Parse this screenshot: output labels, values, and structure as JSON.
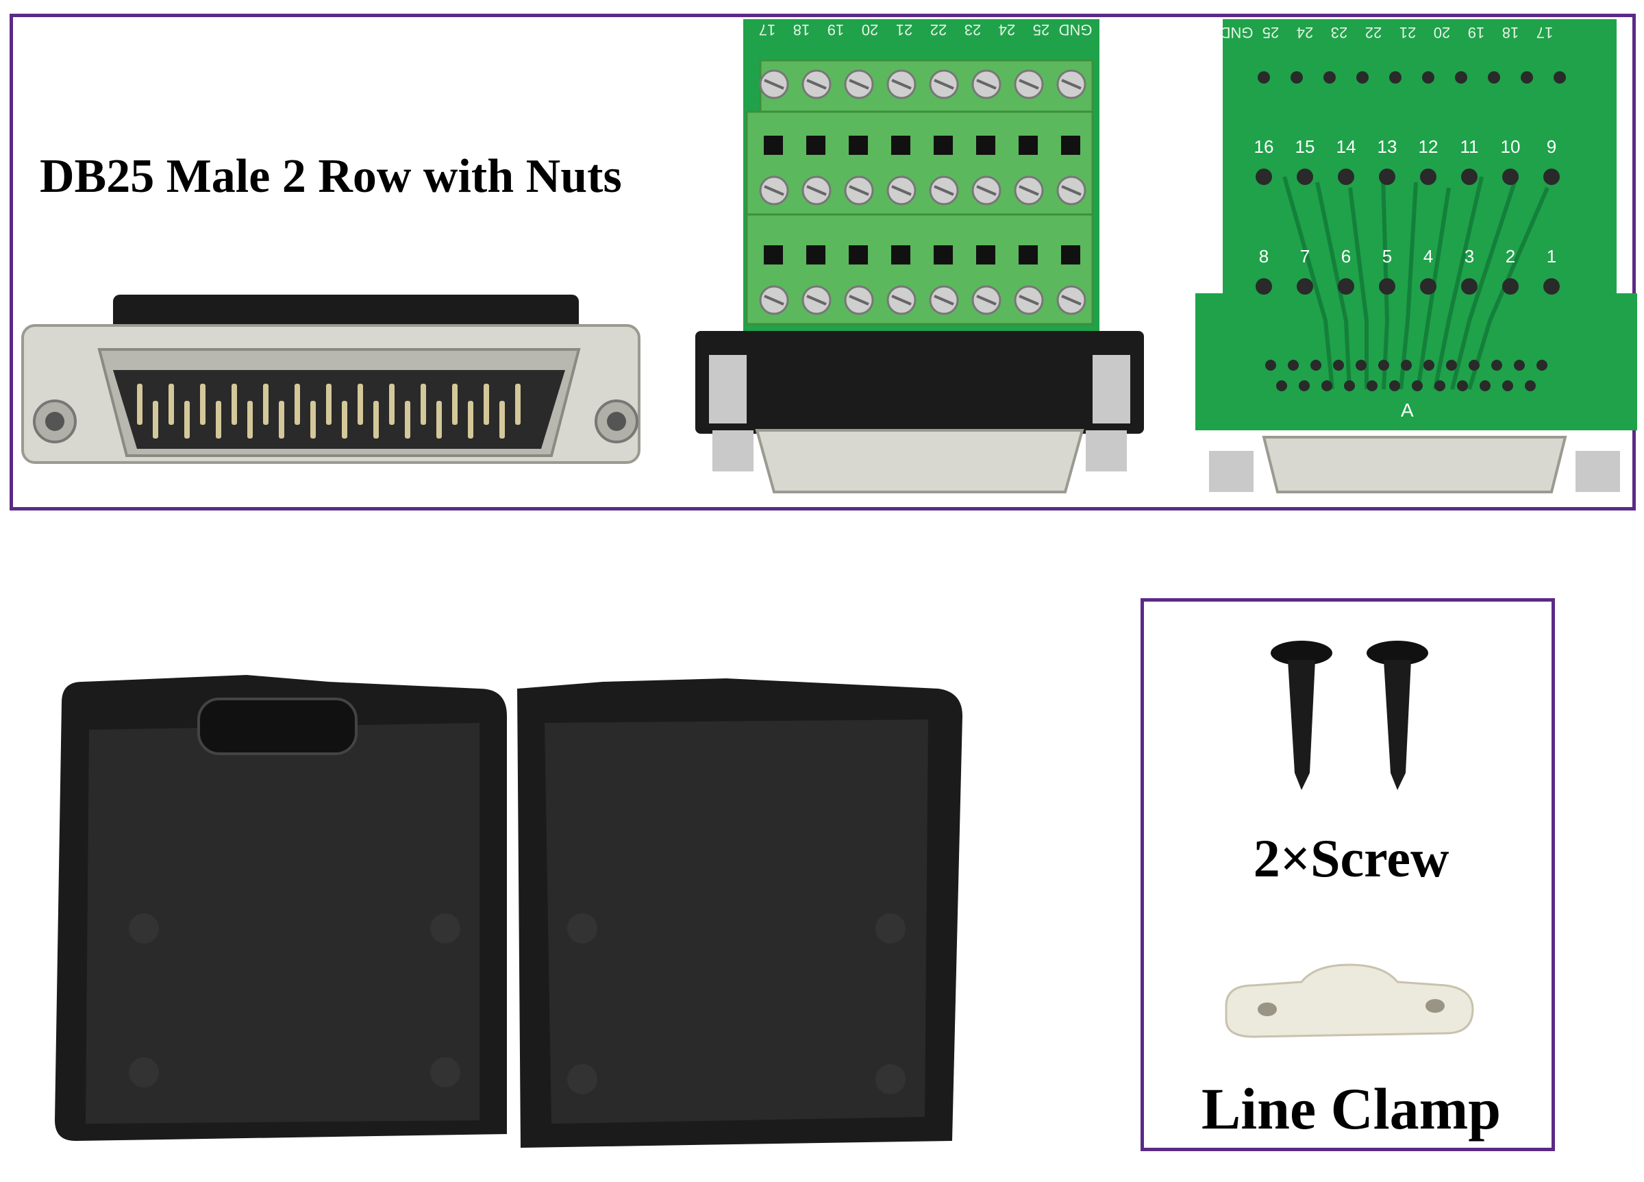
{
  "product": {
    "title": "DB25 Male 2 Row with Nuts"
  },
  "accessories": {
    "screw_label": "2×Screw",
    "clamp_label": "Line Clamp"
  },
  "terminal_board": {
    "top_pins": [
      "GND",
      "25",
      "24",
      "23",
      "22",
      "21",
      "20",
      "19",
      "18",
      "17"
    ],
    "upper_row": [
      "16",
      "15",
      "14",
      "13",
      "12",
      "11",
      "10",
      "9"
    ],
    "lower_row": [
      "8",
      "7",
      "6",
      "5",
      "4",
      "3",
      "2",
      "1"
    ],
    "marker": "A"
  },
  "colors": {
    "frame": "#5b2a86",
    "pcb": "#1fa24a",
    "terminal": "#5cb85c",
    "metal": "#c9c9c9",
    "plastic": "#1b1b1b"
  }
}
